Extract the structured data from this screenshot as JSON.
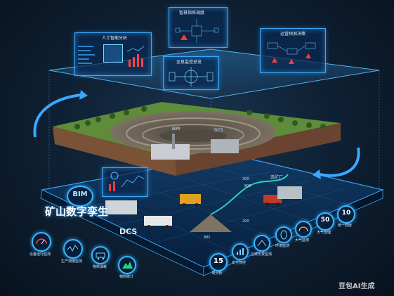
{
  "panels": {
    "top_center": "智慧指挥调度",
    "left_upper": "人工智能分析",
    "right_upper": "运营预测决策",
    "center_mid": "全息监控总览"
  },
  "main_title": "矿山数字孪生",
  "tags": {
    "bim_left": "BIM",
    "dcs": "DCS",
    "bim_pit": "BIM",
    "dcs_pit": "DCS",
    "factory": "选矿厂",
    "scale_a": "300",
    "scale_b": "600",
    "scale_c": "200",
    "scale_d": "885"
  },
  "bottom_gauges": [
    {
      "icon": "speedometer-icon",
      "label": "设备运行监测"
    },
    {
      "icon": "wave-icon",
      "label": "生产调度监测"
    },
    {
      "icon": "cart-icon",
      "label": "物料消耗"
    },
    {
      "icon": "mountain-icon",
      "label": "物料统计"
    }
  ],
  "right_gauges": [
    {
      "value": "15",
      "label": "周分析"
    },
    {
      "value": "",
      "label": "安全管控"
    },
    {
      "value": "",
      "label": "边坡形变监测"
    },
    {
      "value": "",
      "label": "环境监测"
    },
    {
      "value": "",
      "label": "大气监测"
    },
    {
      "value": "50",
      "label": "大气治理"
    },
    {
      "value": "10",
      "label": "统一调度"
    }
  ],
  "watermark": "豆包AI生成",
  "colors": {
    "accent": "#3aa8ff",
    "alert": "#ff3b3b",
    "terrain": "#6a5a44",
    "grass": "#5e8c3a"
  }
}
